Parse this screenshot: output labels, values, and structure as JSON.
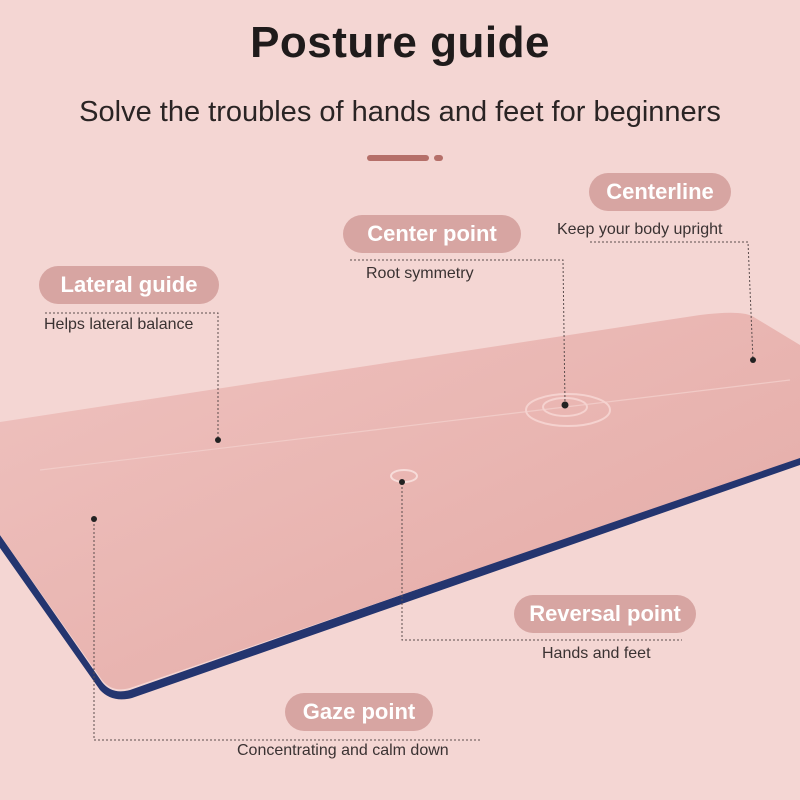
{
  "header": {
    "title": "Posture guide",
    "subtitle": "Solve the troubles of hands and feet for beginners"
  },
  "colors": {
    "background": "#f4d6d3",
    "mat_surface": "#eab7b3",
    "mat_edge": "#24356f",
    "label_pill": "#d7a5a2",
    "accent_divider": "#b56f69"
  },
  "callouts": [
    {
      "id": "centerline",
      "label": "Centerline",
      "description": "Keep your body upright"
    },
    {
      "id": "center-point",
      "label": "Center point",
      "description": "Root symmetry"
    },
    {
      "id": "lateral-guide",
      "label": "Lateral guide",
      "description": "Helps lateral balance"
    },
    {
      "id": "reversal-point",
      "label": "Reversal point",
      "description": "Hands and feet"
    },
    {
      "id": "gaze-point",
      "label": "Gaze point",
      "description": "Concentrating and calm down"
    }
  ]
}
